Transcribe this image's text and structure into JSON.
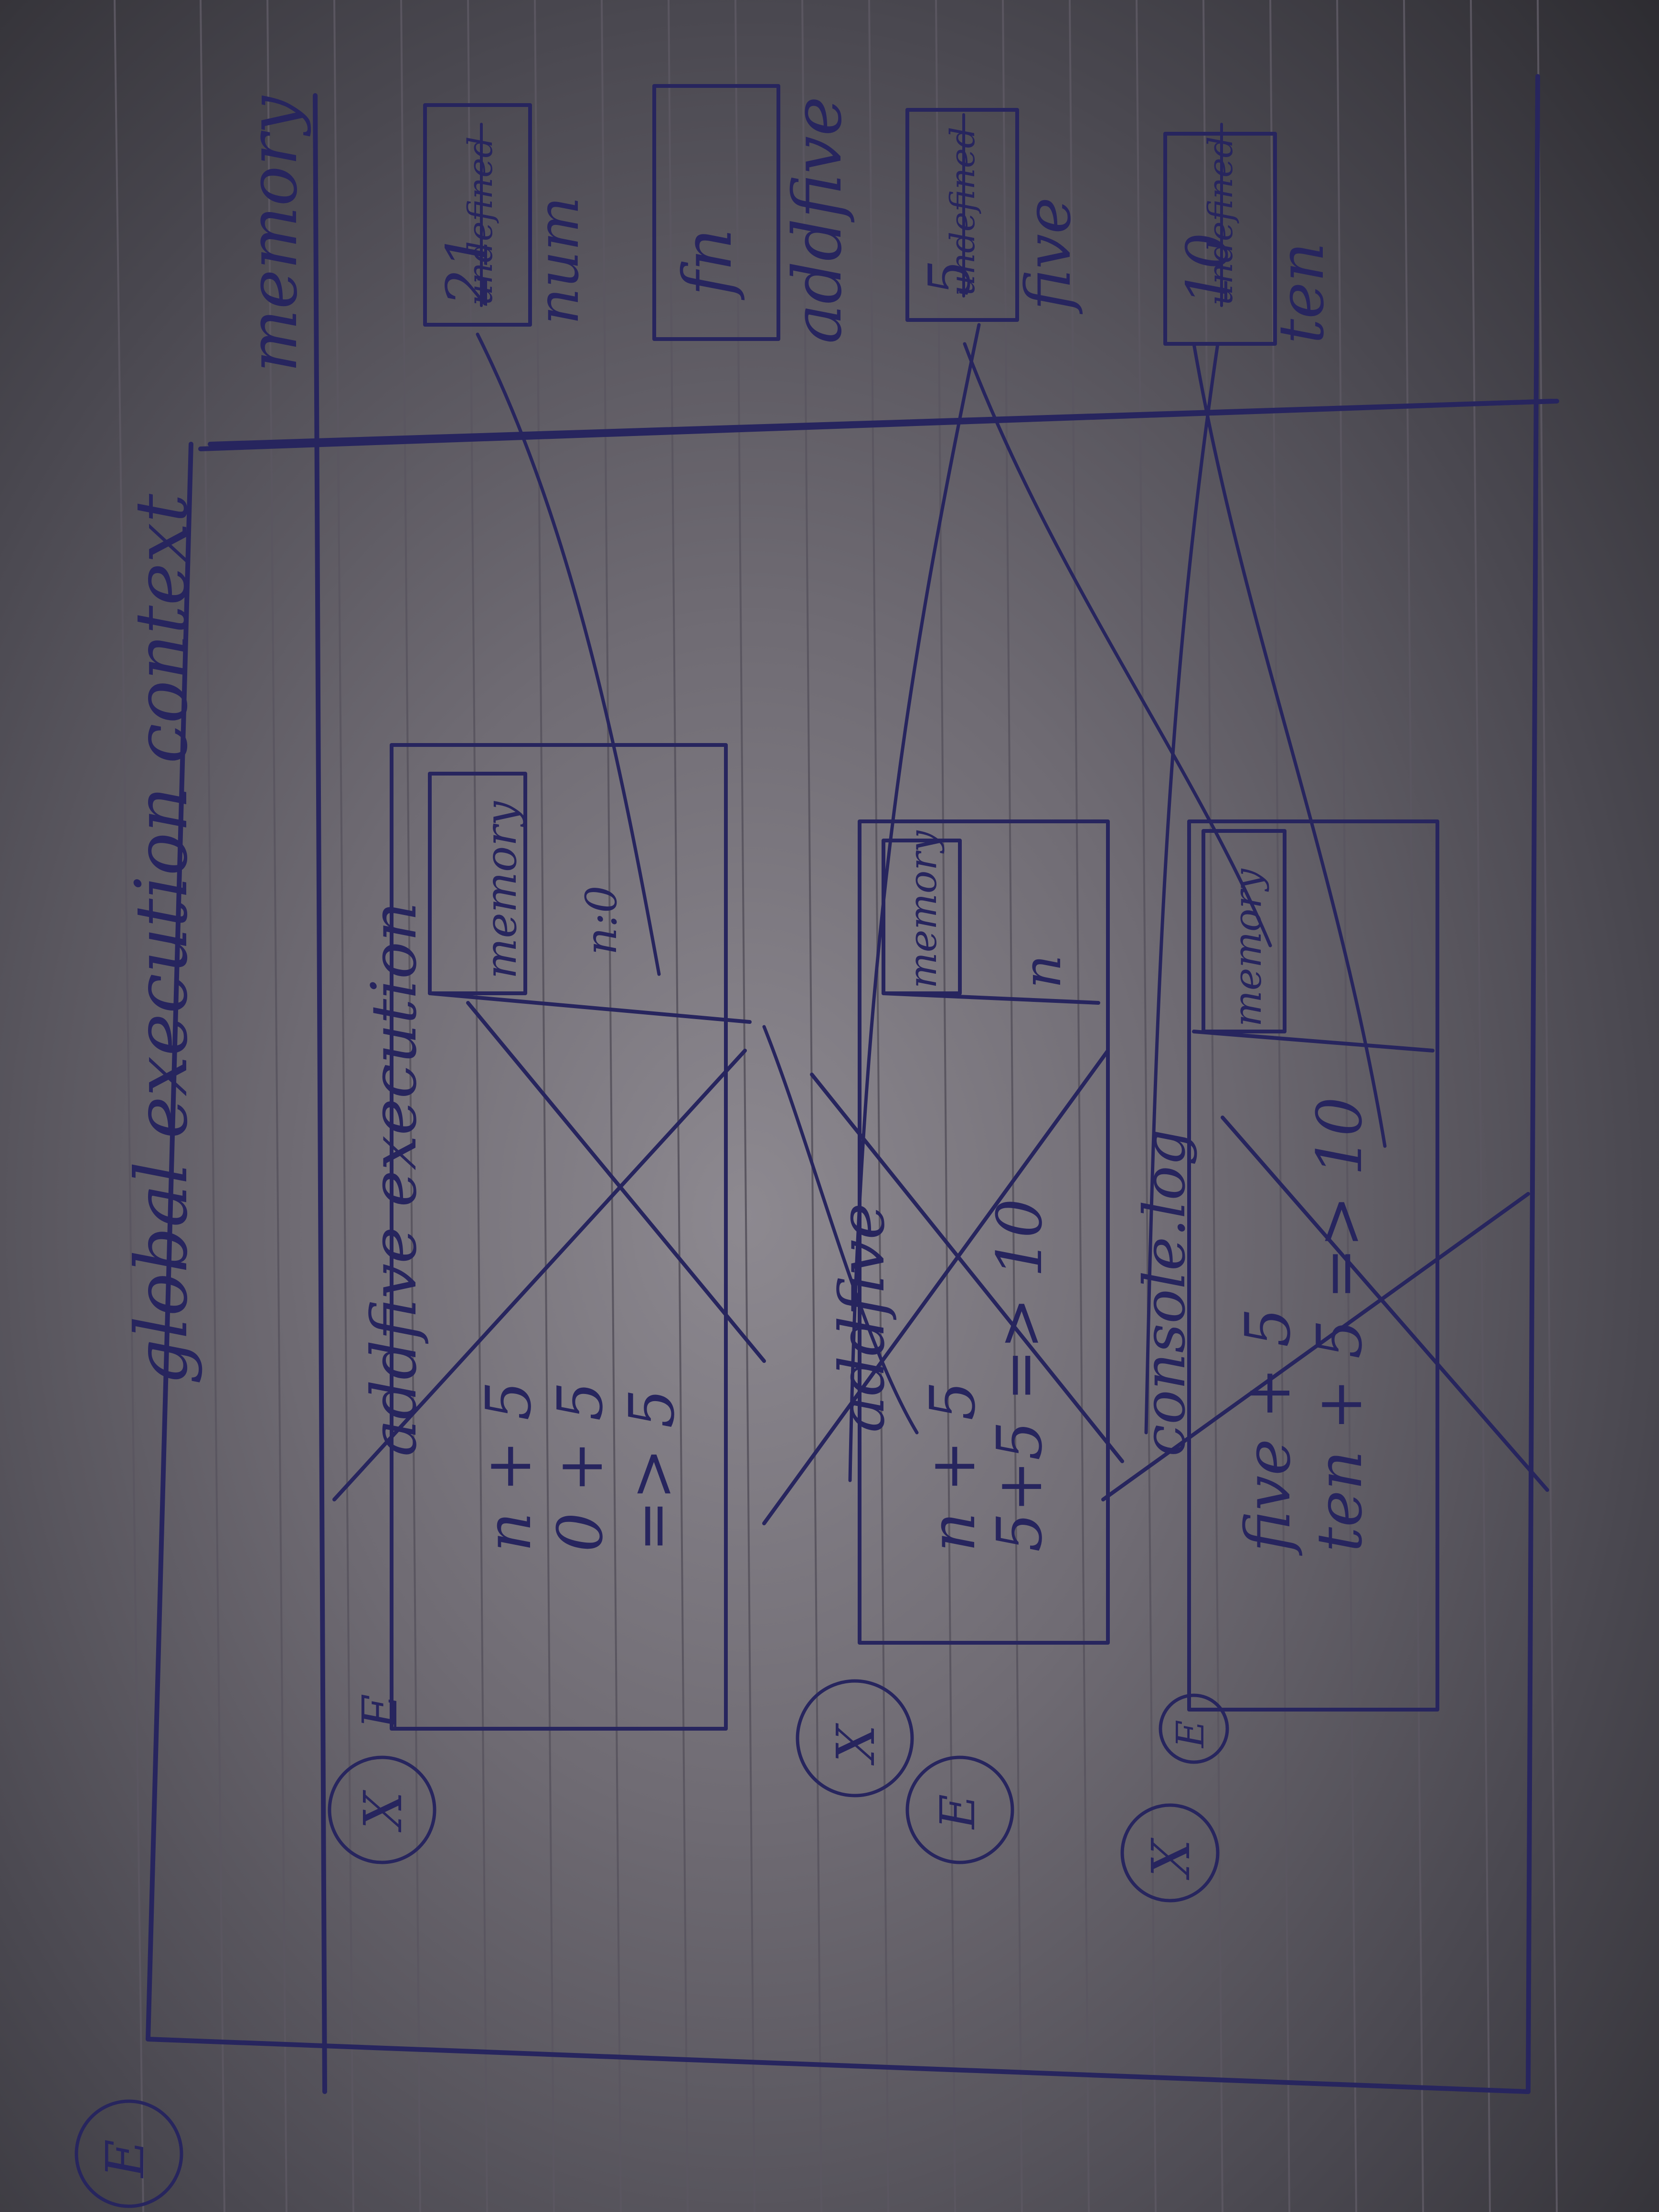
{
  "global": {
    "title": "global execution context",
    "memory_label": "memory",
    "marker": "E"
  },
  "global_memory": [
    {
      "value": "21",
      "struck": "undefined",
      "name": "num"
    },
    {
      "value": "fn",
      "struck": "",
      "name": "addfive"
    },
    {
      "value": "5",
      "struck": "undefined",
      "name": "five"
    },
    {
      "value": "10",
      "struck": "undefined",
      "name": "ten"
    }
  ],
  "calls": [
    {
      "title": "addfive execution",
      "memory_label": "memory",
      "param": "n:0",
      "lines": [
        "n + 5",
        "0 + 5",
        "=> 5"
      ],
      "marker": "E",
      "crossed_marker": "X"
    },
    {
      "title": "addfive",
      "memory_label": "memory",
      "param": "n",
      "lines": [
        "n + 5",
        "5+5 => 10"
      ],
      "marker": "E",
      "crossed_marker": "X"
    },
    {
      "title": "console.log",
      "memory_label": "memory",
      "param": "",
      "lines": [
        "five + 5",
        "ten + 5 => 10"
      ],
      "marker": "E",
      "crossed_marker": "X"
    }
  ]
}
